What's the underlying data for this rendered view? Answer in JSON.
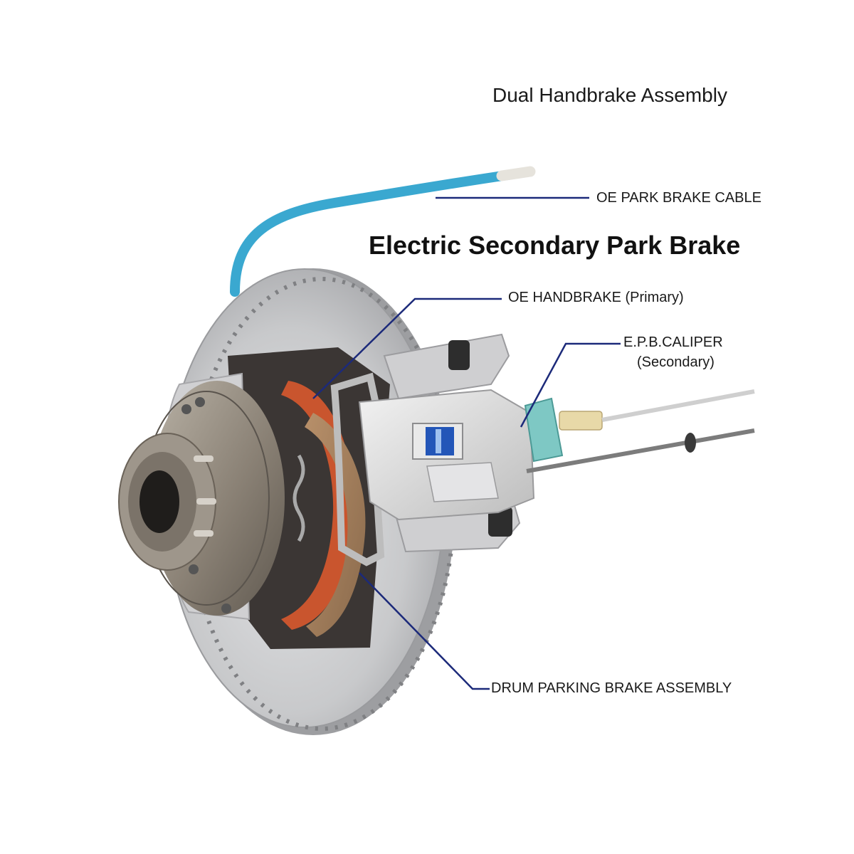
{
  "diagram": {
    "title": "Dual Handbrake Assembly",
    "subtitle": "Electric Secondary Park Brake",
    "callouts": {
      "park_cable": "OE PARK BRAKE CABLE",
      "oe_handbrake": "OE HANDBRAKE (Primary)",
      "epb_line1": "E.P.B.CALIPER",
      "epb_line2": "(Secondary)",
      "drum_assembly": "DRUM PARKING BRAKE ASSEMBLY"
    },
    "colors": {
      "leader_line": "#1c2a7a",
      "cable": "#3aa8d0",
      "disc": "#c9cacc",
      "hub": "#8d8478",
      "shoe": "#c9552e",
      "caliper": "#d8d8d8",
      "connector": "#7ec8c4"
    }
  }
}
